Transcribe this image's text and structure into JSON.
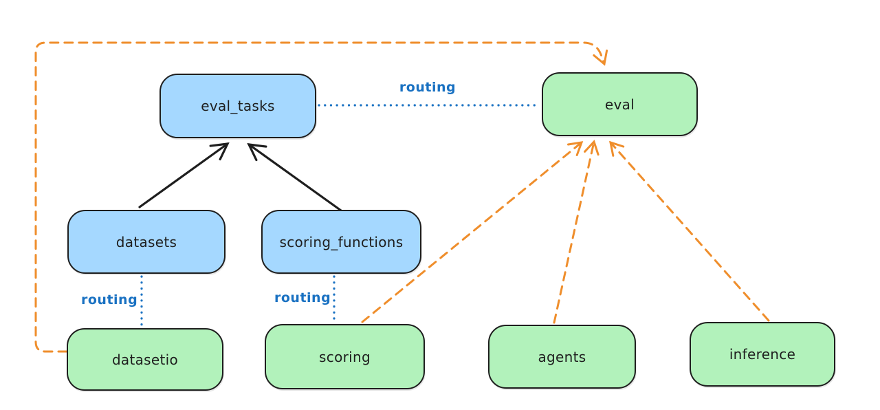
{
  "diagram": {
    "nodes": {
      "eval_tasks": {
        "label": "eval_tasks",
        "color": "blue"
      },
      "eval": {
        "label": "eval",
        "color": "green"
      },
      "datasets": {
        "label": "datasets",
        "color": "blue"
      },
      "scoring_functions": {
        "label": "scoring_functions",
        "color": "blue"
      },
      "datasetio": {
        "label": "datasetio",
        "color": "green"
      },
      "scoring": {
        "label": "scoring",
        "color": "green"
      },
      "agents": {
        "label": "agents",
        "color": "green"
      },
      "inference": {
        "label": "inference",
        "color": "green"
      }
    },
    "edges": {
      "eval_tasks_to_eval": {
        "from": "eval_tasks",
        "to": "eval",
        "label": "routing",
        "style": "dotted"
      },
      "datasets_to_datasetio": {
        "from": "datasets",
        "to": "datasetio",
        "label": "routing",
        "style": "dotted"
      },
      "scoring_functions_to_scoring": {
        "from": "scoring_functions",
        "to": "scoring",
        "label": "routing",
        "style": "dotted"
      },
      "datasets_to_eval_tasks": {
        "from": "datasets",
        "to": "eval_tasks",
        "style": "solid-arrow"
      },
      "scoring_functions_to_eval_tasks": {
        "from": "scoring_functions",
        "to": "eval_tasks",
        "style": "solid-arrow"
      },
      "scoring_to_eval": {
        "from": "scoring",
        "to": "eval",
        "style": "dashed-arrow"
      },
      "agents_to_eval": {
        "from": "agents",
        "to": "eval",
        "style": "dashed-arrow"
      },
      "inference_to_eval": {
        "from": "inference",
        "to": "eval",
        "style": "dashed-arrow"
      },
      "datasetio_to_eval": {
        "from": "datasetio",
        "to": "eval",
        "style": "dashed-arrow",
        "route": "around-left-and-top"
      }
    },
    "colors": {
      "node_blue_fill": "#a5d8ff",
      "node_green_fill": "#b2f2bb",
      "stroke": "#1e1e1e",
      "routing_blue": "#1971c2",
      "orange": "#ef8e2c",
      "background": "#ffffff"
    }
  }
}
